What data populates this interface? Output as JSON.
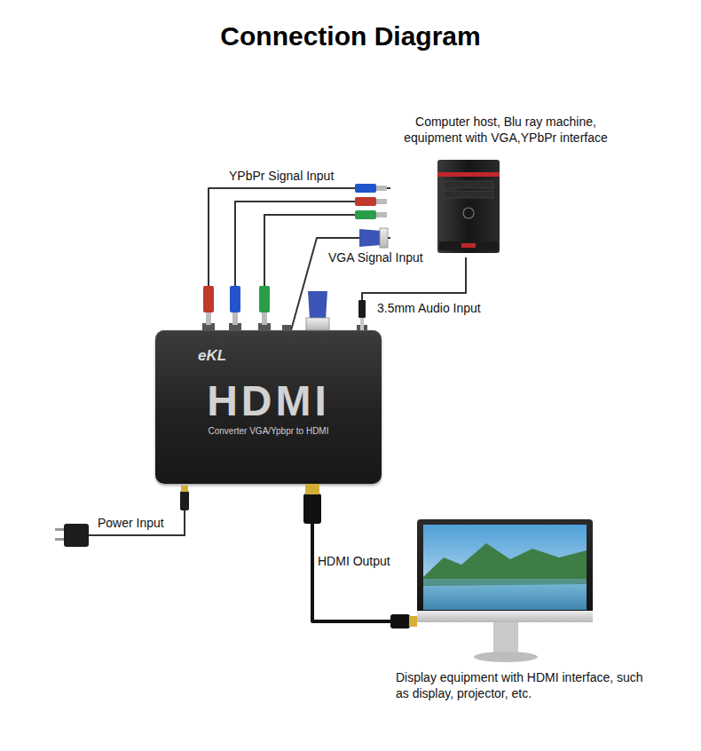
{
  "diagram": {
    "title": "Connection Diagram",
    "nodes": [
      {
        "text": [
          "Computer host, Blu ray machine, equipment with VGA,YPbPr interface"
        ]
      },
      {
        "text": [
          "eKL",
          "HDMI",
          "Converter VGA/Ypbpr to HDMI"
        ]
      },
      {
        "text": [
          "Display equipment with HDMI interface, such as display, projector, etc."
        ]
      }
    ],
    "edges": [
      {
        "from": 0,
        "to": 1,
        "label": "YPbPr Signal Input",
        "arrow": "none"
      },
      {
        "from": 0,
        "to": 1,
        "label": "VGA Signal Input",
        "arrow": "none"
      },
      {
        "from": 0,
        "to": 1,
        "label": "3.5mm Audio Input",
        "arrow": "none"
      },
      {
        "from": 1,
        "to": 2,
        "label": "HDMI Output",
        "arrow": "none"
      }
    ],
    "labels": [
      "Power Input"
    ]
  }
}
